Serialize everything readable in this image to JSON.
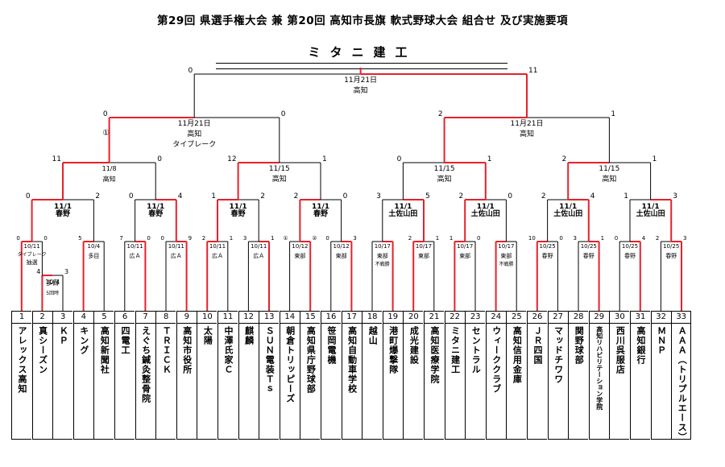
{
  "title": "第29回 県選手権大会 兼 第20回 高知市長旗 軟式野球大会 組合せ 及び実施要項",
  "champion": "ミタニ建工",
  "teams": [
    {
      "num": "1",
      "name": "アレックス高知"
    },
    {
      "num": "2",
      "name": "真シーズン"
    },
    {
      "num": "3",
      "name": "ＫＰ"
    },
    {
      "num": "4",
      "name": "キング"
    },
    {
      "num": "5",
      "name": "高知新聞社"
    },
    {
      "num": "6",
      "name": "四電工"
    },
    {
      "num": "7",
      "name": "えぐち鍼灸整骨院"
    },
    {
      "num": "8",
      "name": "ＴＲＩＣＫ"
    },
    {
      "num": "9",
      "name": "高知市役所"
    },
    {
      "num": "10",
      "name": "太陽"
    },
    {
      "num": "11",
      "name": "中澤氏家Ｃ"
    },
    {
      "num": "12",
      "name": "麒麟"
    },
    {
      "num": "13",
      "name": "ＳＵＮ電装Ｔｓ"
    },
    {
      "num": "14",
      "name": "朝倉トリッピーズ"
    },
    {
      "num": "15",
      "name": "高知県庁野球部"
    },
    {
      "num": "16",
      "name": "笹岡電機"
    },
    {
      "num": "17",
      "name": "高知自動車学校"
    },
    {
      "num": "18",
      "name": "越山"
    },
    {
      "num": "19",
      "name": "港町爆撃隊"
    },
    {
      "num": "20",
      "name": "成光建設"
    },
    {
      "num": "21",
      "name": "高知医療学院"
    },
    {
      "num": "22",
      "name": "ミタニ建工"
    },
    {
      "num": "23",
      "name": "セントラル"
    },
    {
      "num": "24",
      "name": "ウィーククラブ"
    },
    {
      "num": "25",
      "name": "高知信用金庫"
    },
    {
      "num": "26",
      "name": "ＪＲ四国"
    },
    {
      "num": "27",
      "name": "マッドチワワ"
    },
    {
      "num": "28",
      "name": "関野球部"
    },
    {
      "num": "29",
      "name": "高知リハビリテーション学院",
      "small": true
    },
    {
      "num": "30",
      "name": "西川呉服店"
    },
    {
      "num": "31",
      "name": "高知銀行"
    },
    {
      "num": "32",
      "name": "ＭＮＰ"
    },
    {
      "num": "33",
      "name": "ＡＡＡ（トリプルエース）"
    }
  ],
  "matches": [
    {
      "id": "m0",
      "date": "10/4",
      "venue": "多目",
      "note": "5回時",
      "s1": "4",
      "s2": "3"
    },
    {
      "id": "m1",
      "date": "10/11",
      "venue": "抽選",
      "note": "タイブレーク",
      "s1": "0",
      "s2": "0"
    },
    {
      "id": "m2",
      "date": "10/4",
      "venue": "多目",
      "s1": "5",
      "s2": ""
    },
    {
      "id": "m3",
      "date": "10/11",
      "venue": "広Ａ",
      "s1": "7",
      "s2": "0"
    },
    {
      "id": "m4",
      "date": "10/11",
      "venue": "広Ａ",
      "s1": "0",
      "s2": "9"
    },
    {
      "id": "m5",
      "date": "10/11",
      "venue": "広Ａ",
      "s1": "2",
      "s2": "1"
    },
    {
      "id": "m6",
      "date": "10/11",
      "venue": "広Ａ",
      "s1": "3",
      "s2": "1"
    },
    {
      "id": "m7",
      "date": "10/12",
      "venue": "東部",
      "s1": "①",
      "s2": "②"
    },
    {
      "id": "m8",
      "date": "10/12",
      "venue": "東部",
      "s1": "0",
      "s2": "3"
    },
    {
      "id": "m9",
      "date": "10/17",
      "venue": "東部",
      "note": "不戦勝",
      "s1": "",
      "s2": ""
    },
    {
      "id": "m10",
      "date": "10/17",
      "venue": "東部",
      "s1": "2",
      "s2": "1"
    },
    {
      "id": "m11",
      "date": "10/17",
      "venue": "東部",
      "s1": "1",
      "s2": "0"
    },
    {
      "id": "m12",
      "date": "10/17",
      "venue": "東部",
      "note": "不戦勝",
      "s1": "",
      "s2": ""
    },
    {
      "id": "m13",
      "date": "10/25",
      "venue": "春野",
      "s1": "10",
      "s2": "0"
    },
    {
      "id": "m14",
      "date": "10/25",
      "venue": "春野",
      "s1": "3",
      "s2": "1"
    },
    {
      "id": "m15",
      "date": "10/25",
      "venue": "春野",
      "s1": "0",
      "s2": "4"
    },
    {
      "id": "m16",
      "date": "10/25",
      "venue": "春野",
      "s1": "2",
      "s2": "3"
    },
    {
      "id": "r2a",
      "date": "11/1",
      "venue": "春野",
      "s1": "0",
      "s2": "2"
    },
    {
      "id": "r2b",
      "date": "11/1",
      "venue": "春野",
      "s1": "0",
      "s2": "4"
    },
    {
      "id": "r2c",
      "date": "11/1",
      "venue": "春野",
      "s1": "1",
      "s2": "2"
    },
    {
      "id": "r2d",
      "date": "11/1",
      "venue": "春野",
      "s1": "2",
      "s2": "0"
    },
    {
      "id": "r2e",
      "date": "11/1",
      "venue": "土佐山田",
      "s1": "3",
      "s2": "5"
    },
    {
      "id": "r2f",
      "date": "11/1",
      "venue": "土佐山田",
      "s1": "2",
      "s2": "0"
    },
    {
      "id": "r2g",
      "date": "11/1",
      "venue": "土佐山田",
      "s1": "2",
      "s2": "4"
    },
    {
      "id": "r2h",
      "date": "11/1",
      "venue": "土佐山田",
      "s1": "1",
      "s2": "3"
    },
    {
      "id": "qf1",
      "date": "11/8",
      "venue": "高知",
      "s1": "11",
      "s2": "0"
    },
    {
      "id": "qf2",
      "date": "11/15",
      "venue": "高知",
      "s1": "12",
      "s2": "1"
    },
    {
      "id": "qf3",
      "date": "11/15",
      "venue": "高知",
      "s1": "0",
      "s2": "1"
    },
    {
      "id": "qf4",
      "date": "11/15",
      "venue": "高知",
      "s1": "2",
      "s2": "1"
    },
    {
      "id": "sf1",
      "date": "11月21日",
      "venue": "高知",
      "note": "タイブレーク",
      "s1": "0",
      "s2": "0",
      "extra": "①"
    },
    {
      "id": "sf2",
      "date": "11月21日",
      "venue": "高知",
      "s1": "2",
      "s2": "1"
    },
    {
      "id": "final",
      "date": "11月21日",
      "venue": "高知",
      "s1": "0",
      "s2": "11"
    }
  ],
  "colors": {
    "win": "#e8202a",
    "line": "#000000"
  }
}
